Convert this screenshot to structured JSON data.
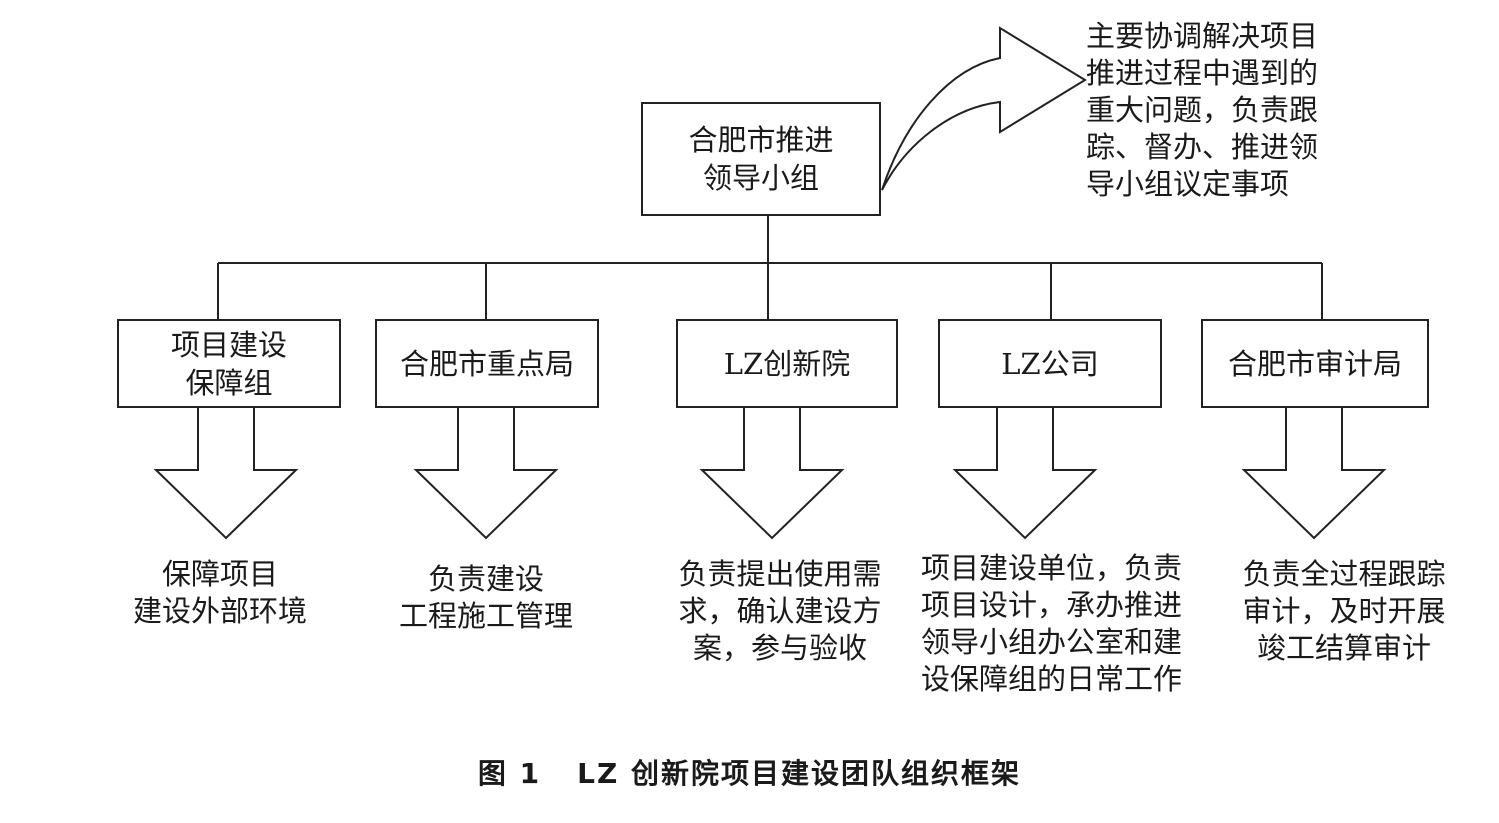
{
  "top": {
    "label": "合肥市推进\n领导小组"
  },
  "top_note": "主要协调解决项目\n推进过程中遇到的\n重大问题，负责跟\n踪、督办、推进领\n导小组议定事项",
  "units": [
    {
      "label": "项目建设\n保障组",
      "duty": "保障项目\n建设外部环境"
    },
    {
      "label": "合肥市重点局",
      "duty": "负责建设\n工程施工管理"
    },
    {
      "label": "LZ创新院",
      "duty": "负责提出使用需\n求，确认建设方\n案，参与验收"
    },
    {
      "label": "LZ公司",
      "duty": "项目建设单位，负责\n项目设计，承办推进\n领导小组办公室和建\n设保障组的日常工作"
    },
    {
      "label": "合肥市审计局",
      "duty": "负责全过程跟踪\n审计，及时开展\n竣工结算审计"
    }
  ],
  "caption": {
    "number": "图 1",
    "title": "LZ 创新院项目建设团队组织框架"
  }
}
